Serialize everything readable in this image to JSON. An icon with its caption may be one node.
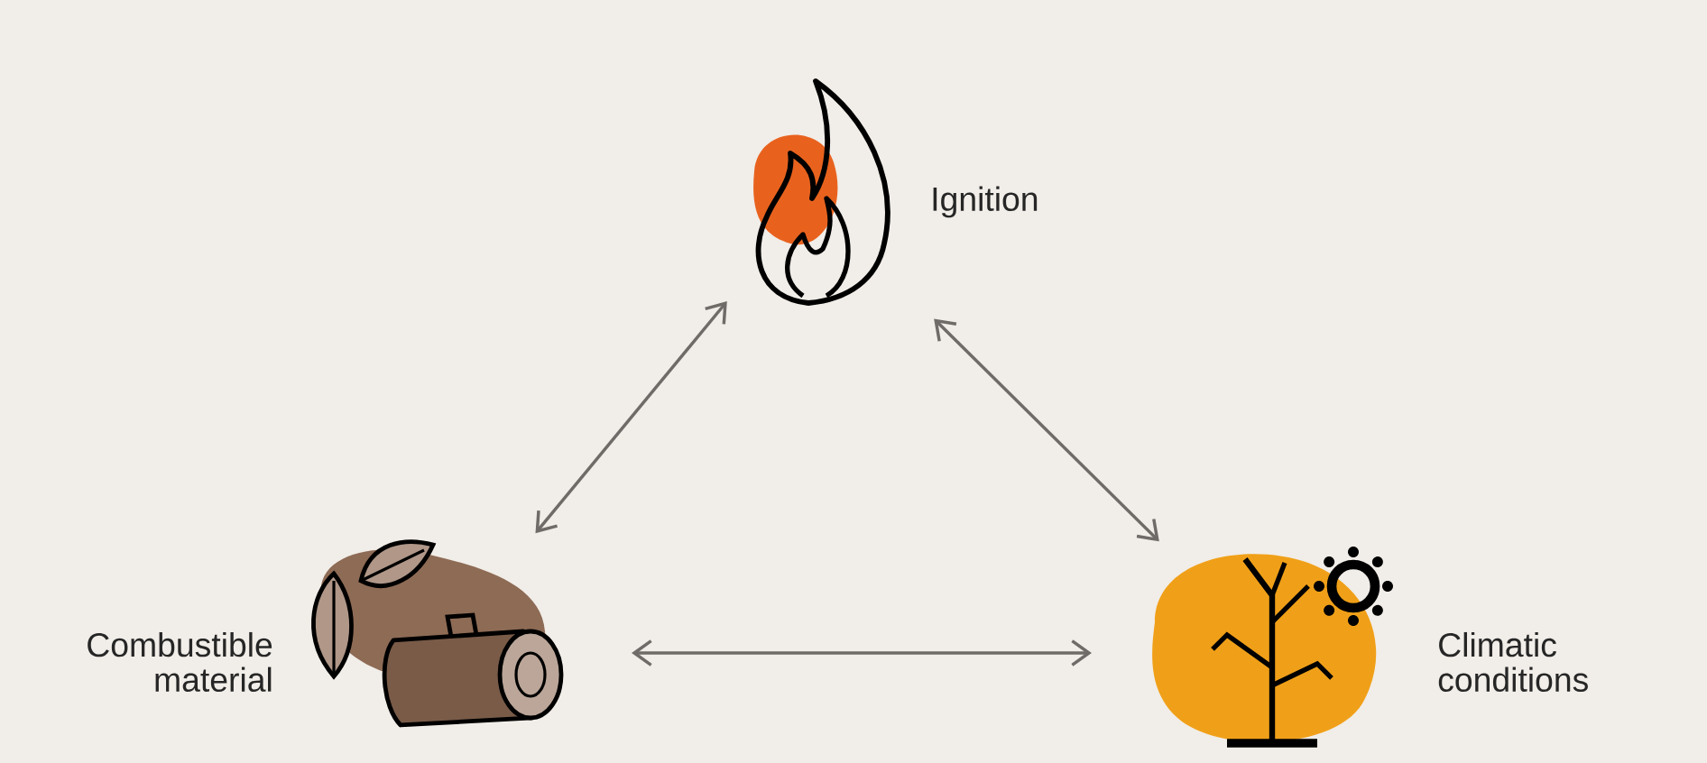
{
  "diagram": {
    "nodes": [
      {
        "text": [],
        "shape": "picture",
        "beside": [
          "Ignition"
        ]
      },
      {
        "text": [],
        "shape": "picture",
        "beside": [
          "Combustible material"
        ]
      },
      {
        "text": [],
        "shape": "picture",
        "beside": [
          "Climatic conditions"
        ]
      }
    ],
    "edges": [
      {
        "from": 0,
        "to": 1,
        "arrow": "both"
      },
      {
        "from": 0,
        "to": 2,
        "arrow": "both"
      },
      {
        "from": 1,
        "to": 2,
        "arrow": "both"
      }
    ]
  }
}
